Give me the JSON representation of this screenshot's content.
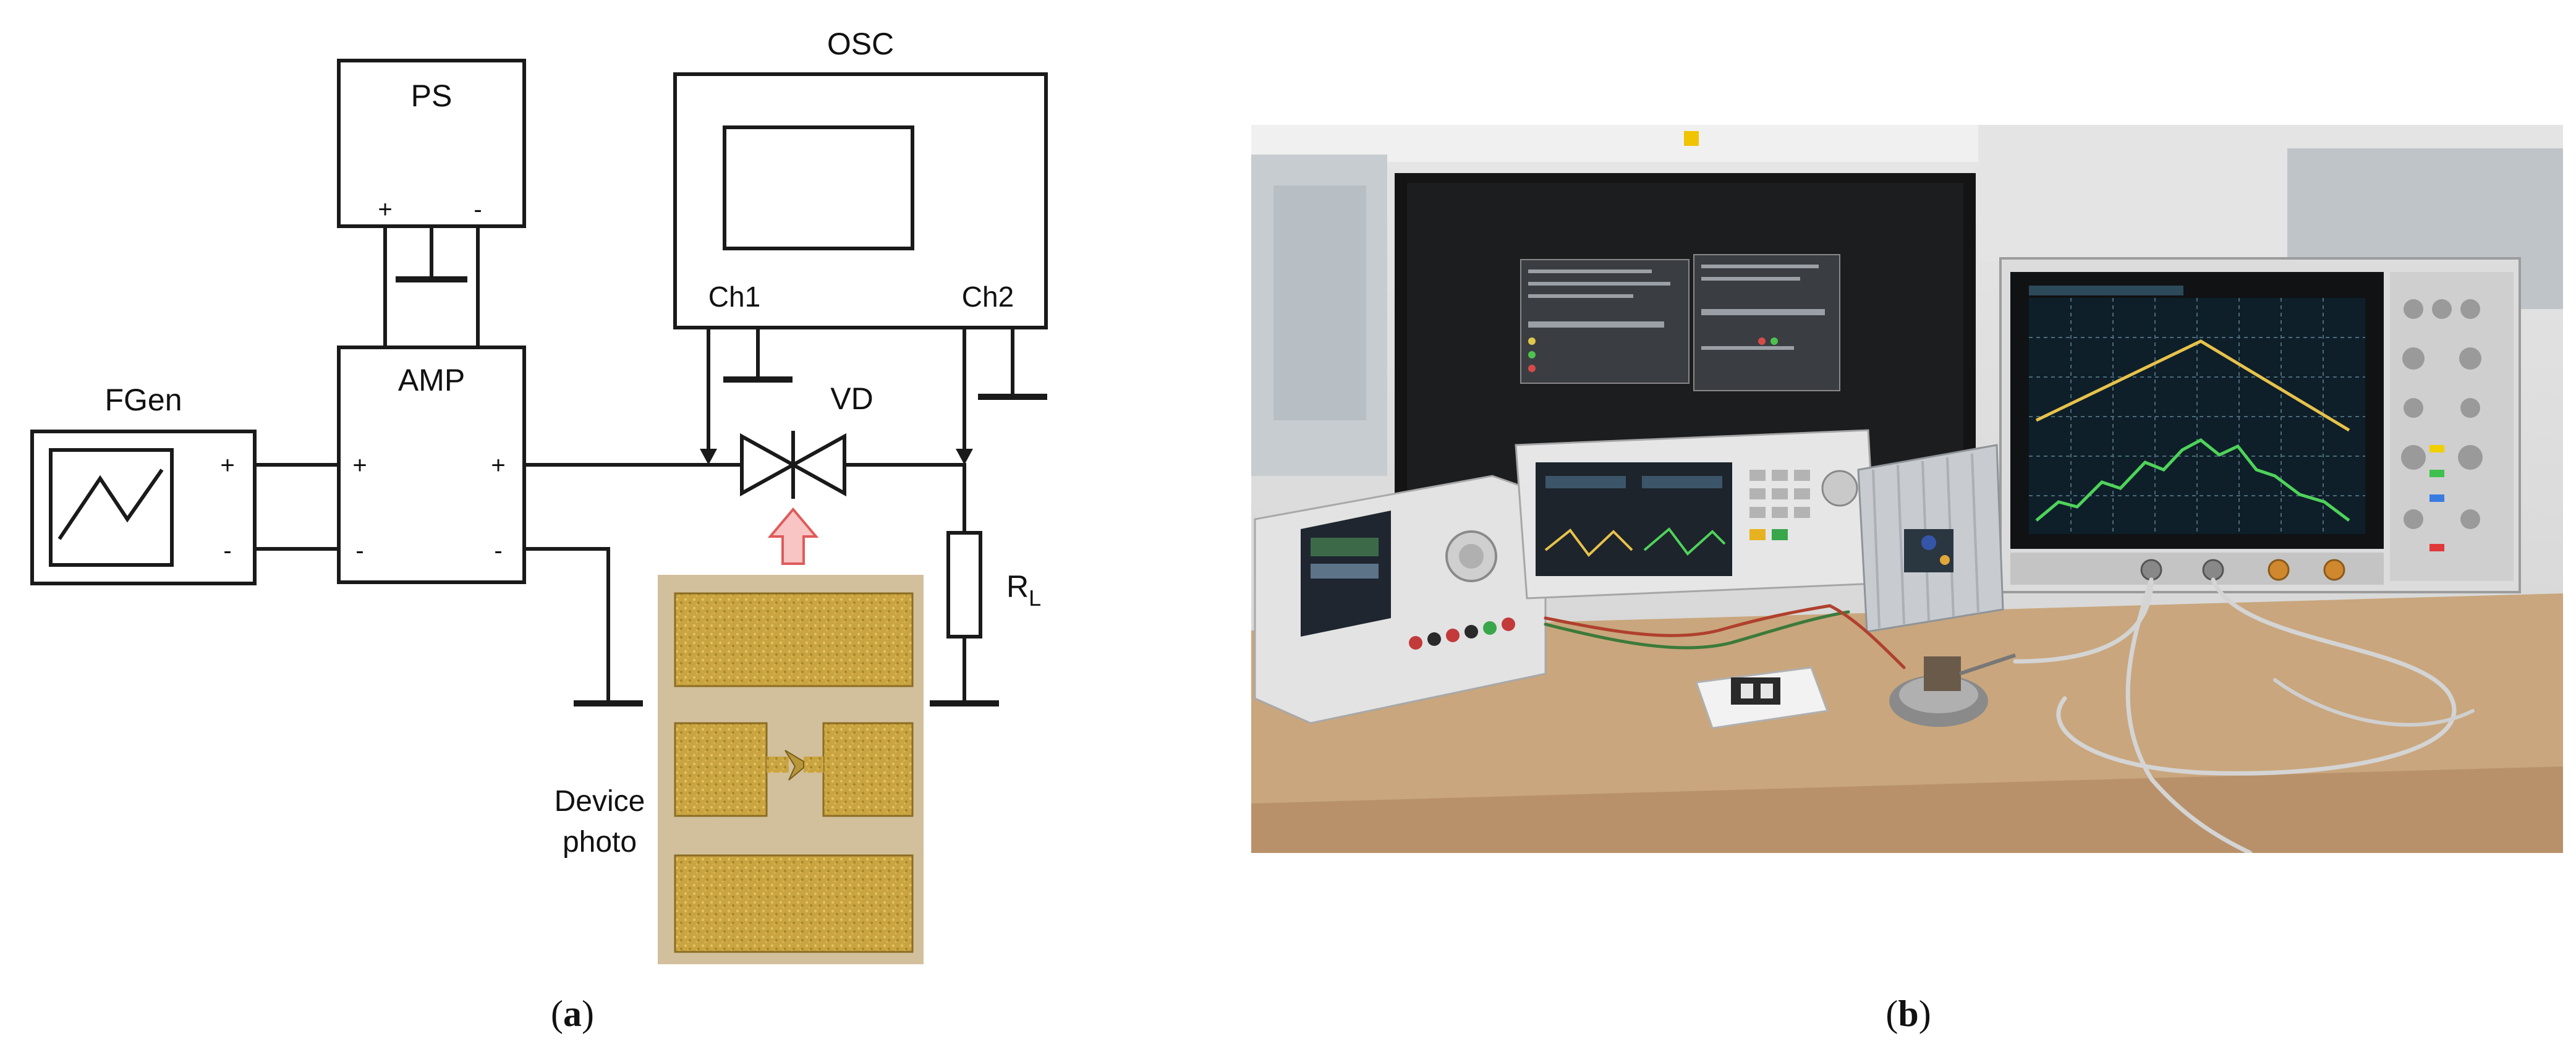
{
  "schematic": {
    "ps": {
      "label": "PS",
      "plus": "+",
      "minus": "-"
    },
    "osc": {
      "label": "OSC",
      "ch1": "Ch1",
      "ch2": "Ch2"
    },
    "amp": {
      "label": "AMP",
      "in_plus": "+",
      "in_minus": "-",
      "out_plus": "+",
      "out_minus": "-"
    },
    "fgen": {
      "label": "FGen",
      "plus": "+",
      "minus": "-"
    },
    "vd": {
      "label": "VD"
    },
    "rl": {
      "label": "R",
      "subscript": "L"
    },
    "device_photo": {
      "line1": "Device",
      "line2": "photo"
    }
  },
  "captions": {
    "a": {
      "open": "(",
      "letter": "a",
      "close": ")"
    },
    "b": {
      "open": "(",
      "letter": "b",
      "close": ")"
    }
  },
  "colors": {
    "arrow_fill": "#f8c4c4",
    "arrow_stroke": "#e05a5a",
    "pad_gold": "#c9a441",
    "scope_trace_yellow": "#e8c24a",
    "scope_trace_green": "#4fd35a",
    "bench": "#c9a67d"
  }
}
